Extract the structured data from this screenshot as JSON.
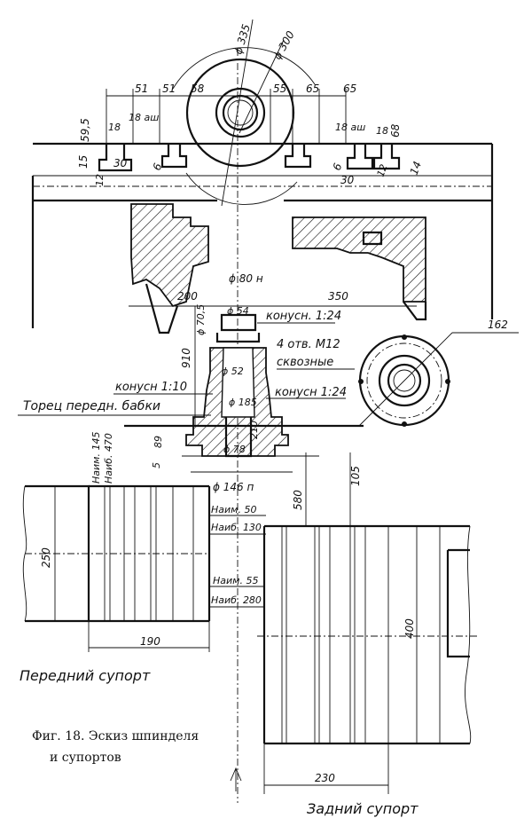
{
  "top_dims": {
    "d1": "51",
    "d2": "51",
    "d3": "58",
    "d4": "55",
    "d5": "65",
    "d6": "65",
    "d7": "59,5",
    "d8": "18",
    "d9": "18 аш",
    "d10": "15",
    "d11": "12",
    "d12": "30",
    "d13": "6",
    "d14": "18 аш",
    "d15": "18",
    "d16": "68",
    "d17": "6",
    "d18": "30",
    "d19": "12",
    "d20": "14",
    "phi335": "ϕ 335",
    "phi300": "ϕ 300"
  },
  "spindle_dims": {
    "phi80": "ϕ 80 н",
    "d200": "200",
    "d350": "350",
    "phi54": "ϕ 54",
    "cone1": "конусн. 1:24",
    "phi70": "ϕ 70,5",
    "d910": "910",
    "phi52": "ϕ 52",
    "cone2": "конусн 1:10",
    "cone3": "конусн 1:24",
    "phi185": "ϕ 185",
    "d210": "210",
    "d89": "89",
    "d5": "5",
    "phi78": "ϕ 78",
    "phi146": "ϕ 146 п",
    "torec": "Торец передн. бабки"
  },
  "flange_labels": {
    "d162": "162",
    "holes": "4 отв. М12",
    "through": "сквозные"
  },
  "support_dims": {
    "min145": "Наим. 145",
    "max470": "Наиб. 470",
    "d580": "580",
    "d105": "105",
    "min50": "Наим. 50",
    "max130": "Наиб. 130",
    "min55": "Наим. 55",
    "max280": "Наиб. 280",
    "d250": "250",
    "d190": "190",
    "d400": "400",
    "d230": "230"
  },
  "titles": {
    "front": "Передний супорт",
    "rear": "Задний супорт",
    "caption_line1": "Фиг. 18. Эскиз шпинделя",
    "caption_line2": "и супортов"
  }
}
